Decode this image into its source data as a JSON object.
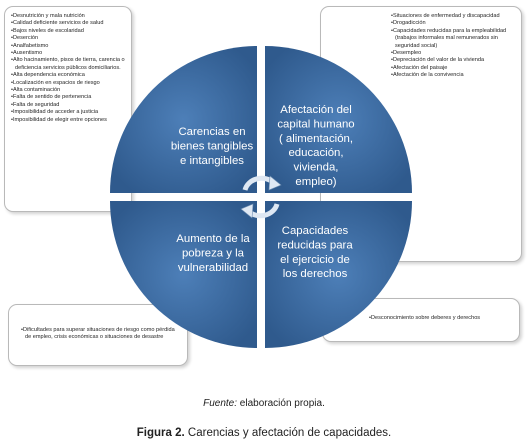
{
  "quadrants": {
    "top_left": [
      "Carencias en",
      "bienes tangibles",
      "e intangibles"
    ],
    "top_right": [
      "Afectación del",
      "capital humano",
      "( alimentación,",
      "educación,",
      "vivienda,",
      "empleo)"
    ],
    "bottom_left": [
      "Aumento de la",
      "pobreza y la",
      "vulnerabilidad"
    ],
    "bottom_right": [
      "Capacidades",
      "reducidas para",
      "el ejercicio de",
      "los derechos"
    ]
  },
  "boxes": {
    "top_left": [
      "Desnutrición y mala nutrición",
      "Calidad deficiente servicios de salud",
      "Bajos niveles de escolaridad",
      "Deserción",
      "Analfabetismo",
      "Ausentismo",
      "Alto hacinamiento, pisos de tierra, carencia o deficiencia servicios públicos domiciliarios.",
      "Alta dependencia económica",
      "Localización en espacios de riesgo",
      "Alta contaminación",
      "Falta de sentido de pertenencia",
      "Falta de seguridad",
      "Imposibilidad de acceder a justicia",
      "Imposibilidad de elegir entre opciones"
    ],
    "top_right": [
      "Situaciones de enfermedad y discapacidad",
      "Drogadicción",
      "Capacidades reducidas para la empleabilidad (trabajos informales mal remunerados sin seguridad social)",
      "Desempleo",
      "Depreciación del valor de la vivienda",
      "Afectación del paisaje",
      "Afectación de la convivencia"
    ],
    "bottom_left": [
      "Dificultades para superar situaciones de riesgo como pérdida de empleo, crisis económicas o situaciones de desastre"
    ],
    "bottom_right": [
      "Desconocimiento sobre deberes y derechos"
    ]
  },
  "caption": {
    "source_label": "Fuente:",
    "source_text": " elaboración propia.",
    "figure_number": "Figura 2.",
    "figure_text": " Carencias y afectación de capacidades."
  },
  "colors": {
    "quadrant_fill": "#3b6aa0",
    "quadrant_gradient_light": "#4d7fb8",
    "quadrant_gradient_dark": "#2f5a8d",
    "arrow_fill": "#dfe8f3",
    "arrow_stroke": "#6f8fb3"
  }
}
